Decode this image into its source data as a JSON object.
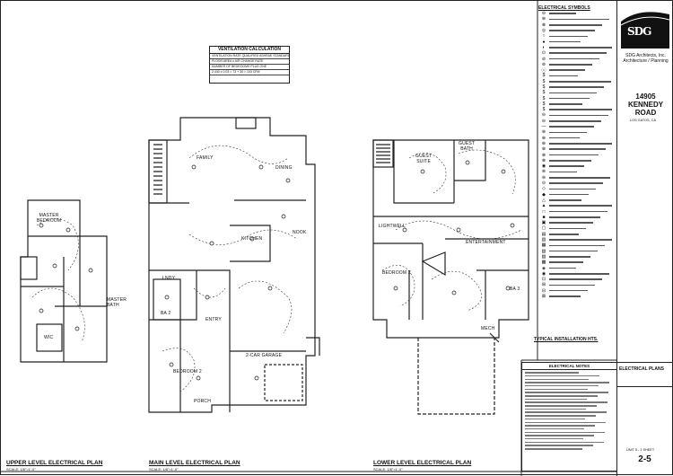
{
  "ventilation": {
    "title": "VENTILATION CALCULATION",
    "rows": [
      "VENTILATION RATE QUALIFIED ASHRAE STANDARD",
      "FLOOR AREA x AIR CHANGE RATE",
      "NUMBER OF BEDROOMS PLUS ONE",
      "2,440 x 0.03 = 73 + 30 = 103 CFM"
    ]
  },
  "plans": {
    "upper": {
      "title": "UPPER LEVEL ELECTRICAL PLAN",
      "scale": "SCALE: 1/8\"=1'-0\""
    },
    "main": {
      "title": "MAIN LEVEL ELECTRICAL PLAN",
      "scale": "SCALE: 1/8\"=1'-0\""
    },
    "lower": {
      "title": "LOWER LEVEL ELECTRICAL PLAN",
      "scale": "SCALE: 1/8\"=1'-0\""
    }
  },
  "rooms": {
    "master_bedroom": "MASTER\nBEDROOM",
    "master_bath": "MASTER\nBATH",
    "wic": "WIC",
    "family": "FAMILY",
    "dining": "DINING",
    "kitchen": "KITCHEN",
    "nook": "NOOK",
    "bedroom2_main": "BEDROOM 2",
    "ba2": "BA 2",
    "entry": "ENTRY",
    "laundry": "LNDY",
    "garage": "2-CAR GARAGE",
    "porch": "PORCH",
    "guest_suite": "GUEST\nSUITE",
    "guest_bath": "GUEST\nBATH",
    "lightwell": "LIGHTWELL",
    "entertainment": "ENTERTAINMENT",
    "bedroom2_lower": "BEDROOM 2",
    "ba3": "BA 3",
    "mech": "MECH"
  },
  "legend": {
    "title": "ELECTRICAL SYMBOLS",
    "typical": "TYPICAL INSTALLATION HTS.",
    "symbols": [
      "⊖",
      "⊕",
      "⊗",
      "◎",
      "○",
      "●",
      "◐",
      "⊙",
      "⊘",
      "⊚",
      "ⓢ",
      "$",
      "$",
      "$",
      "$",
      "$",
      "$",
      "$",
      "⊖",
      "⊖",
      "—",
      "⊕",
      "⊕",
      "⊕",
      "⊕",
      "⊗",
      "⊗",
      "◉",
      "⊛",
      "⊜",
      "⊝",
      "◇",
      "◆",
      "△",
      "▲",
      "□",
      "■",
      "▣",
      "▢",
      "▤",
      "▥",
      "▦",
      "▧",
      "▨",
      "▩",
      "◈",
      "◉",
      "⊡",
      "⊞",
      "⊟",
      "⊠"
    ]
  },
  "notes": {
    "title": "ELECTRICAL NOTES"
  },
  "titleblock": {
    "logo": "SDG",
    "firm": "SDG Architects, Inc.\nArchitecture / Planning",
    "project": "14905\nKENNEDY\nROAD",
    "city": "LOS GATOS, CA",
    "sheet_title": "ELECTRICAL PLANS",
    "sheet_no": "2-5",
    "unit": "UNIT 5 - 1 SHEET"
  }
}
